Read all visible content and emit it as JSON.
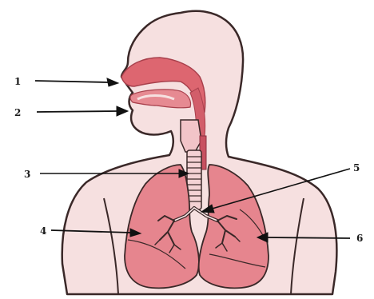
{
  "diagram": {
    "callouts": [
      {
        "id": "1",
        "label": "1"
      },
      {
        "id": "2",
        "label": "2"
      },
      {
        "id": "3",
        "label": "3"
      },
      {
        "id": "4",
        "label": "4"
      },
      {
        "id": "5",
        "label": "5"
      },
      {
        "id": "6",
        "label": "6"
      }
    ]
  },
  "colors": {
    "skin": "#f5dede",
    "outline": "#3a2828",
    "organ": "#e0707a",
    "organ_dark": "#c85060",
    "lung": "#e88a92",
    "airway_light": "#f2c4c8"
  }
}
